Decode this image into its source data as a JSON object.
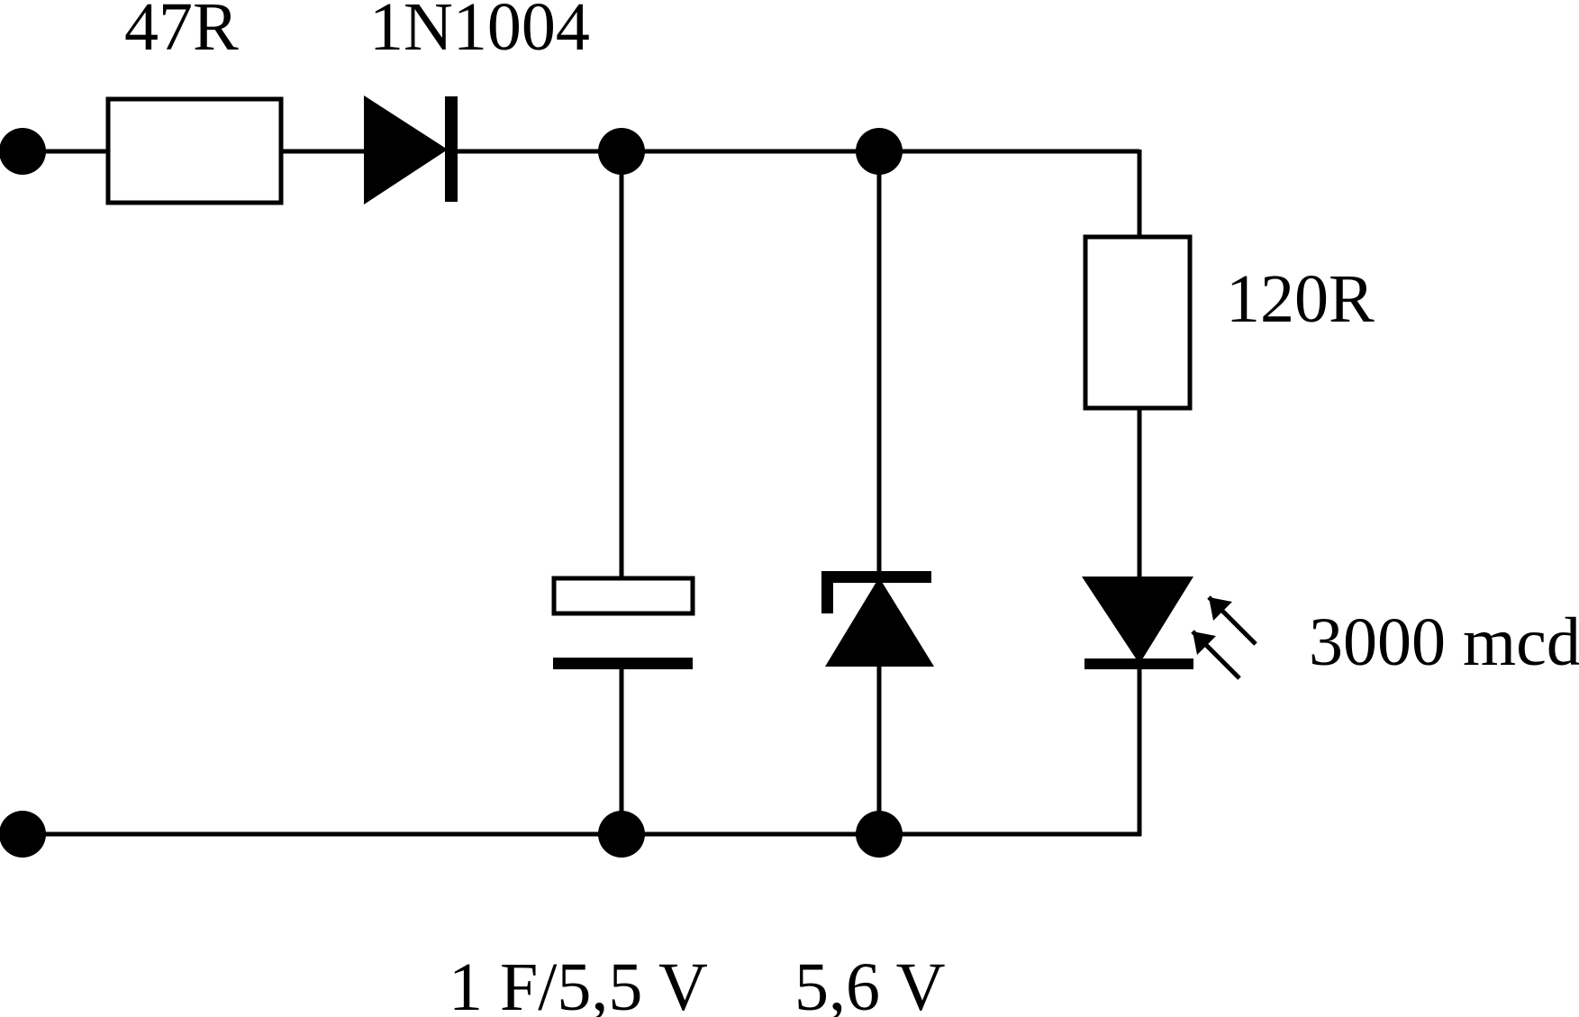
{
  "components": {
    "input_resistor": {
      "label": "47R"
    },
    "series_diode": {
      "label": "1N1004"
    },
    "led_resistor": {
      "label": "120R"
    },
    "led": {
      "label": "3000 mcd"
    },
    "capacitor": {
      "label": "1 F/5,5 V"
    },
    "zener": {
      "label": "5,6 V"
    }
  },
  "colors": {
    "ink": "#000000",
    "background": "#ffffff"
  }
}
